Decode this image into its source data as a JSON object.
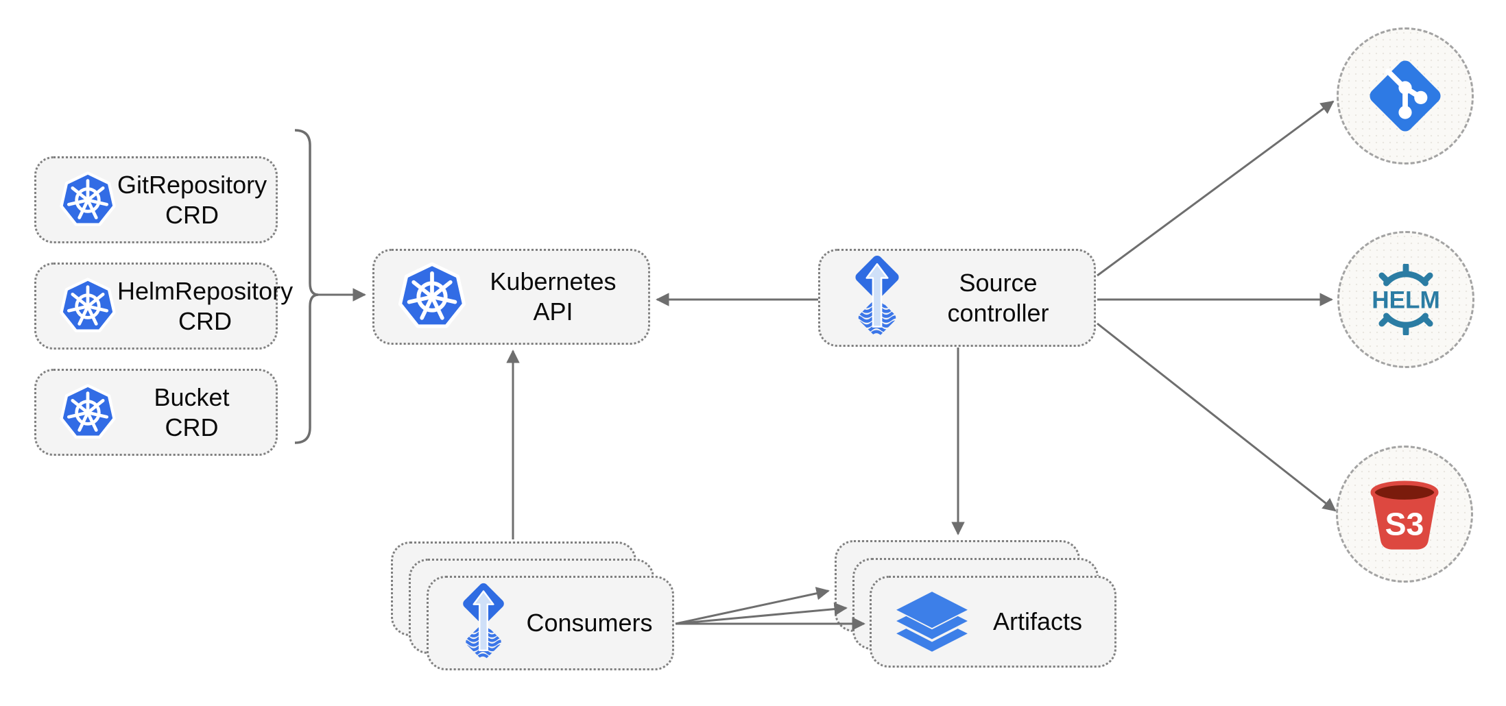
{
  "nodes": {
    "crds": [
      {
        "title": "GitRepository",
        "subtitle": "CRD"
      },
      {
        "title": "HelmRepository",
        "subtitle": "CRD"
      },
      {
        "title": "Bucket",
        "subtitle": "CRD"
      }
    ],
    "kubernetes_api": {
      "label": "Kubernetes API"
    },
    "source_controller": {
      "title": "Source",
      "subtitle": "controller"
    },
    "consumers": {
      "label": "Consumers"
    },
    "artifacts": {
      "label": "Artifacts"
    },
    "sources": {
      "helm_label": "HELM",
      "s3_label": "S3"
    }
  },
  "colors": {
    "box_fill": "#f4f4f4",
    "border_gray": "#7f7f7f",
    "circle_fill": "#faf9f6",
    "circle_border": "#a3a3a3",
    "circle_dot": "#e9e6e0",
    "arrow_gray": "#6e6e6e",
    "text_color": "#0a0a0a",
    "k8s_blue": "#326CE5",
    "flux_blue": "#2f6ce2",
    "flux_wave": "#3b76e8",
    "flux_arrow": "#cfe0f8",
    "layers_blue": "#3d7fe8",
    "git_blue": "#2e7ae4",
    "helm_teal": "#2b7ca3",
    "s3_red": "#dd4840",
    "s3_dark": "#7a1b0c"
  }
}
